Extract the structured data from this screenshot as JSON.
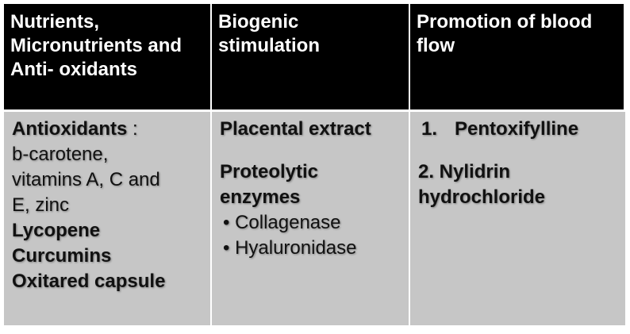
{
  "headers": [
    {
      "lines": [
        "Nutrients,",
        "Micronutrients and",
        "Anti- oxidants"
      ]
    },
    {
      "lines": [
        "Biogenic",
        "stimulation"
      ]
    },
    {
      "lines": [
        "Promotion of blood",
        "flow"
      ]
    }
  ],
  "col1": {
    "antioxidants_label": "Antioxidants",
    "antioxidants_colon": " :",
    "antioxidant_lines": [
      "b-carotene,",
      "vitamins A, C and",
      "E, zinc"
    ],
    "items": [
      "Lycopene",
      "Curcumins",
      "Oxitared capsule"
    ]
  },
  "col2": {
    "placental": "Placental extract",
    "proteolytic_lines": [
      "Proteolytic",
      "enzymes"
    ],
    "bullets": [
      "• Collagenase",
      "• Hyaluronidase"
    ]
  },
  "col3": {
    "item1_num": "1.",
    "item1_text": "Pentoxifylline",
    "item2_lines": [
      "2. Nylidrin",
      "hydrochloride"
    ]
  }
}
